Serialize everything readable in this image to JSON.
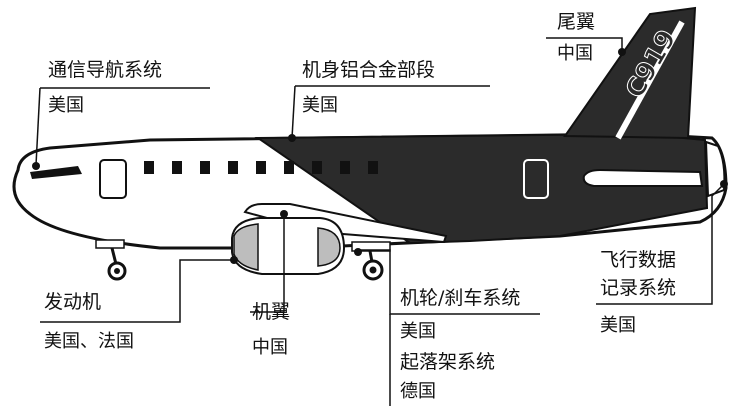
{
  "colors": {
    "line": "#111111",
    "fuselage_dark": "#2b2b2b",
    "body_fill": "#ffffff",
    "engine_gray": "#bdbdbd"
  },
  "tail_code": "C919",
  "callouts": {
    "tail": {
      "part": "尾翼",
      "origin": "中国"
    },
    "avionics": {
      "part": "通信导航系统",
      "origin": "美国"
    },
    "fuselage": {
      "part": "机身铝合金部段",
      "origin": "美国"
    },
    "engine": {
      "part": "发动机",
      "origin": "美国、法国"
    },
    "wing": {
      "part": "机翼",
      "origin": "中国"
    },
    "brakes": {
      "part": "机轮/刹车系统",
      "origin": "美国"
    },
    "landing_gear": {
      "part": "起落架系统",
      "origin": "德国"
    },
    "recorder": {
      "part_line1": "飞行数据",
      "part_line2": "记录系统",
      "origin": "美国"
    }
  }
}
